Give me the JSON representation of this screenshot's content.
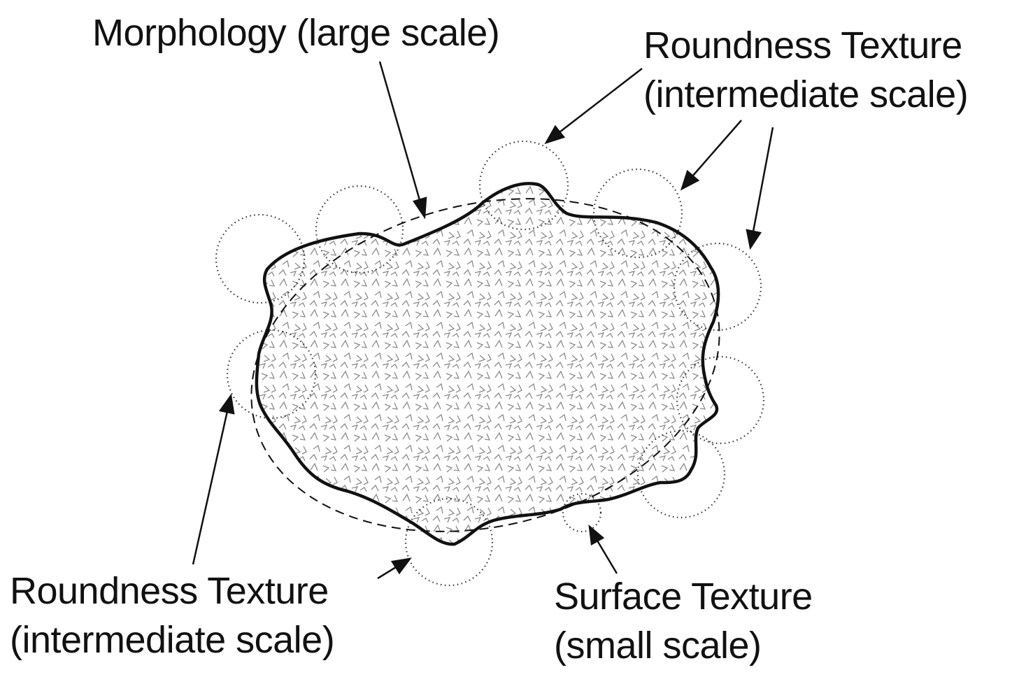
{
  "diagram": {
    "labels": {
      "morphology": "Morphology (large scale)",
      "roundness_top_line1": "Roundness Texture",
      "roundness_top_line2": "(intermediate scale)",
      "roundness_bottom_line1": "Roundness Texture",
      "roundness_bottom_line2": "(intermediate scale)",
      "surface_line1": "Surface Texture",
      "surface_line2": "(small scale)"
    },
    "colors": {
      "outline": "#111111",
      "texture": "#8a8a8a",
      "background": "#ffffff"
    }
  }
}
